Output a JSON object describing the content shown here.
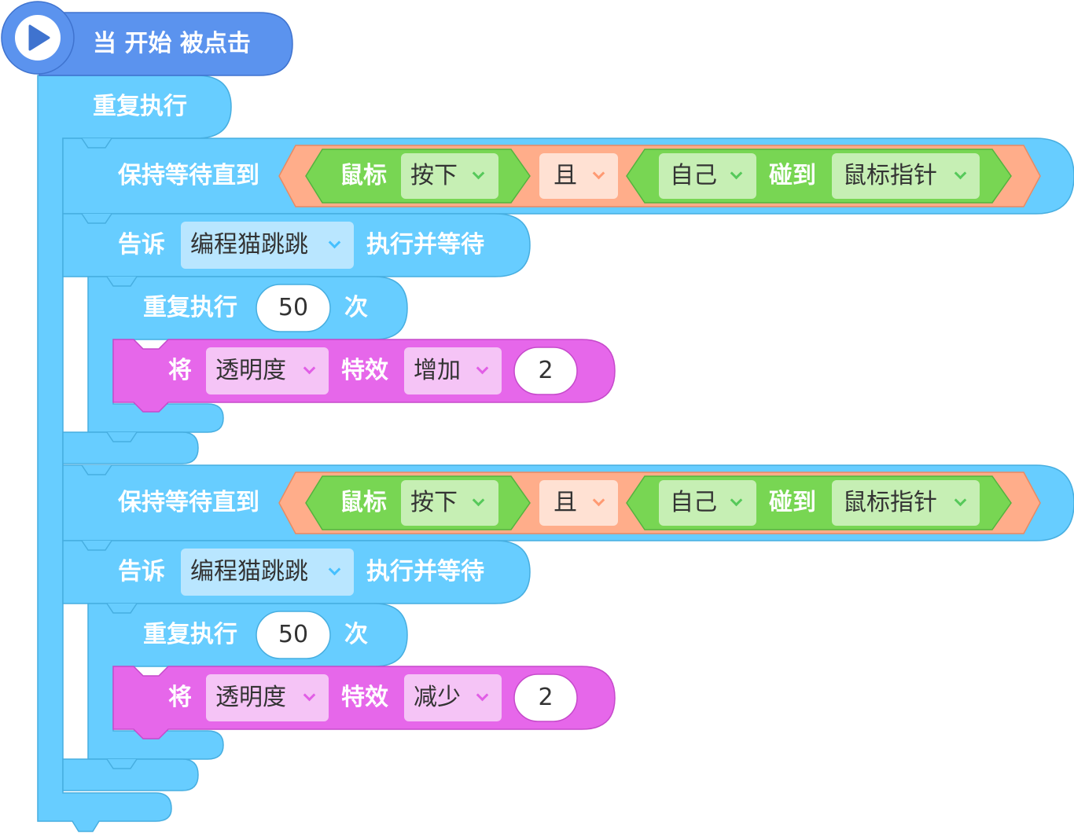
{
  "colors": {
    "event": "#5b93ee",
    "control": "#67cdff",
    "operator": "#ffad8a",
    "sensing": "#78d653",
    "looks": "#e667ea"
  },
  "hat": {
    "icon": "play-icon",
    "label": "当 开始 被点击"
  },
  "forever": {
    "label": "重复执行"
  },
  "wait1": {
    "label": "保持等待直到",
    "mouse_label": "鼠标",
    "mouse_state": "按下",
    "and_label": "且",
    "self_dropdown": "自己",
    "touch_label": "碰到",
    "target_dropdown": "鼠标指针"
  },
  "tell1": {
    "label": "告诉",
    "sprite": "编程猫跳跳",
    "suffix": "执行并等待"
  },
  "repeat1": {
    "label": "重复执行",
    "count": "50",
    "suffix": "次"
  },
  "effect1": {
    "label": "将",
    "effect": "透明度",
    "effect_label": "特效",
    "op": "增加",
    "value": "2"
  },
  "wait2": {
    "label": "保持等待直到",
    "mouse_label": "鼠标",
    "mouse_state": "按下",
    "and_label": "且",
    "self_dropdown": "自己",
    "touch_label": "碰到",
    "target_dropdown": "鼠标指针"
  },
  "tell2": {
    "label": "告诉",
    "sprite": "编程猫跳跳",
    "suffix": "执行并等待"
  },
  "repeat2": {
    "label": "重复执行",
    "count": "50",
    "suffix": "次"
  },
  "effect2": {
    "label": "将",
    "effect": "透明度",
    "effect_label": "特效",
    "op": "减少",
    "value": "2"
  }
}
